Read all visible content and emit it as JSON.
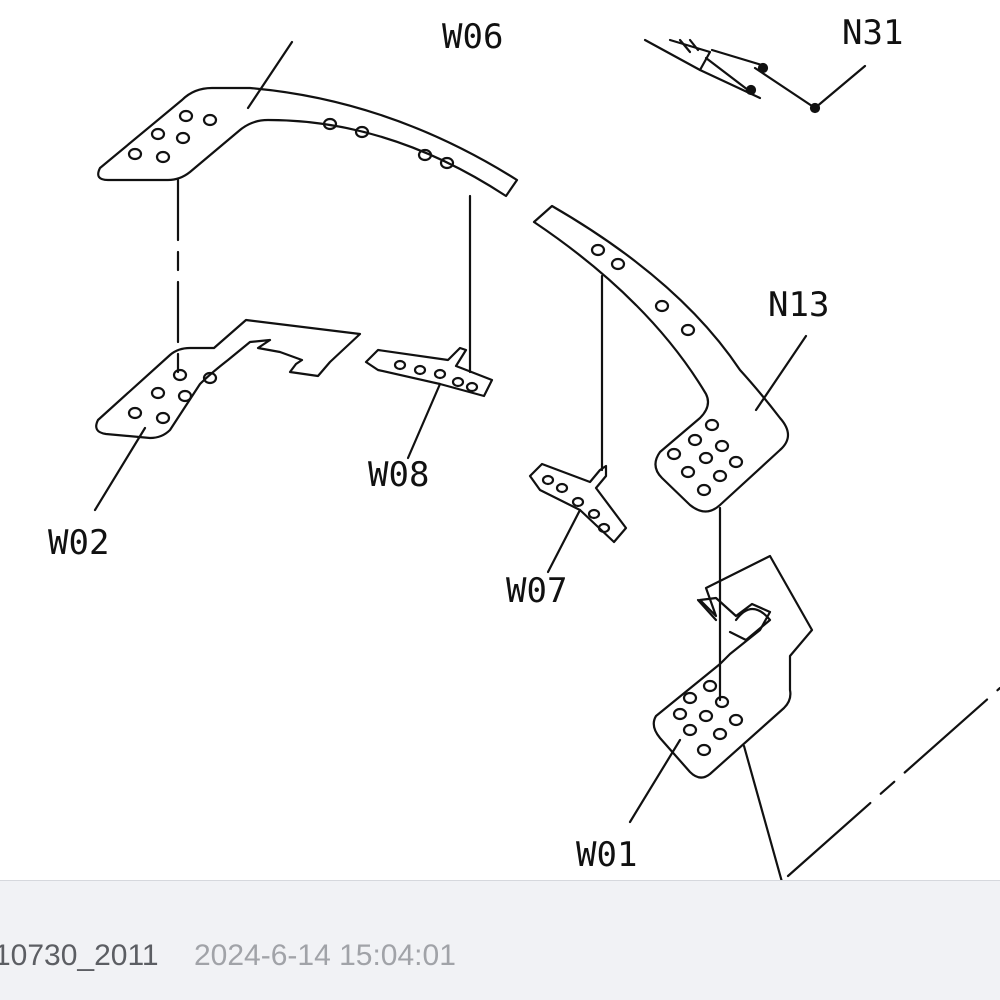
{
  "drawing": {
    "labels": {
      "n13": "N13",
      "w01": "W01",
      "w02": "W02",
      "w07": "W07",
      "w08": "W08",
      "top_partial_a": "W06",
      "top_partial_b": "N31"
    },
    "stroke_color": "#111111"
  },
  "status_bar": {
    "file_name": "10730_2011",
    "timestamp": "2024-6-14 15:04:01"
  }
}
